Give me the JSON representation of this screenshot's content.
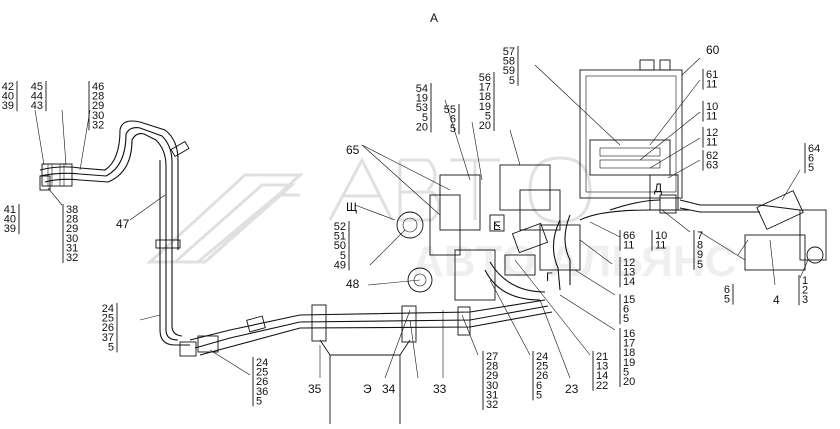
{
  "diagram": {
    "view_letter": "А",
    "watermark": "ABTO АЛЬЯНС",
    "callouts": {
      "c42_40_39": [
        "42",
        "40",
        "39"
      ],
      "c45_44_43": [
        "45",
        "44",
        "43"
      ],
      "c46_28_29_30_32": [
        "46",
        "28",
        "29",
        "30",
        "32"
      ],
      "c41_40_39": [
        "41",
        "40",
        "39"
      ],
      "c38_28_29_30_31_32": [
        "38",
        "28",
        "29",
        "30",
        "31",
        "32"
      ],
      "c47": [
        "47"
      ],
      "c24_25_26_37_5": [
        "24",
        "25",
        "26",
        "37",
        "5"
      ],
      "c24_25_26_36_5": [
        "24",
        "25",
        "26",
        "36",
        "5"
      ],
      "c35": [
        "35"
      ],
      "cE3": [
        "Э"
      ],
      "c34": [
        "34"
      ],
      "c33": [
        "33"
      ],
      "c27_28_29_30_31_32": [
        "27",
        "28",
        "29",
        "30",
        "31",
        "32"
      ],
      "c24_25_26_6_5": [
        "24",
        "25",
        "26",
        "6",
        "5"
      ],
      "c23": [
        "23"
      ],
      "c21_13_14_22": [
        "21",
        "13",
        "14",
        "22"
      ],
      "c16_17_18_19_5_20": [
        "16",
        "17",
        "18",
        "19",
        "5",
        "20"
      ],
      "c15_6_5": [
        "15",
        "6",
        "5"
      ],
      "c12_13_14": [
        "12",
        "13",
        "14"
      ],
      "c66_11": [
        "66",
        "11"
      ],
      "c10_11_b": [
        "10",
        "11"
      ],
      "c7_8_9_5": [
        "7",
        "8",
        "9",
        "5"
      ],
      "c6_5": [
        "6",
        "5"
      ],
      "c4": [
        "4"
      ],
      "c1_2_3": [
        "1",
        "2",
        "3"
      ],
      "c64_6_5": [
        "64",
        "6",
        "5"
      ],
      "c65": [
        "65"
      ],
      "cShch": [
        "Щ"
      ],
      "c52_51_50_5_49": [
        "52",
        "51",
        "50",
        "5",
        "49"
      ],
      "c48": [
        "48"
      ],
      "cE": [
        "Е"
      ],
      "cG": [
        "Г"
      ],
      "cD": [
        "Д"
      ],
      "c54_19_53_5_20": [
        "54",
        "19",
        "53",
        "5",
        "20"
      ],
      "c55_6_5": [
        "55",
        "6",
        "5"
      ],
      "c56_17_18_19_5_20": [
        "56",
        "17",
        "18",
        "19",
        "5",
        "20"
      ],
      "c57_58_59_5": [
        "57",
        "58",
        "59",
        "5"
      ],
      "c60": [
        "60"
      ],
      "c61_11": [
        "61",
        "11"
      ],
      "c10_11": [
        "10",
        "11"
      ],
      "c12_11": [
        "12",
        "11"
      ],
      "c62_63": [
        "62",
        "63"
      ]
    }
  }
}
